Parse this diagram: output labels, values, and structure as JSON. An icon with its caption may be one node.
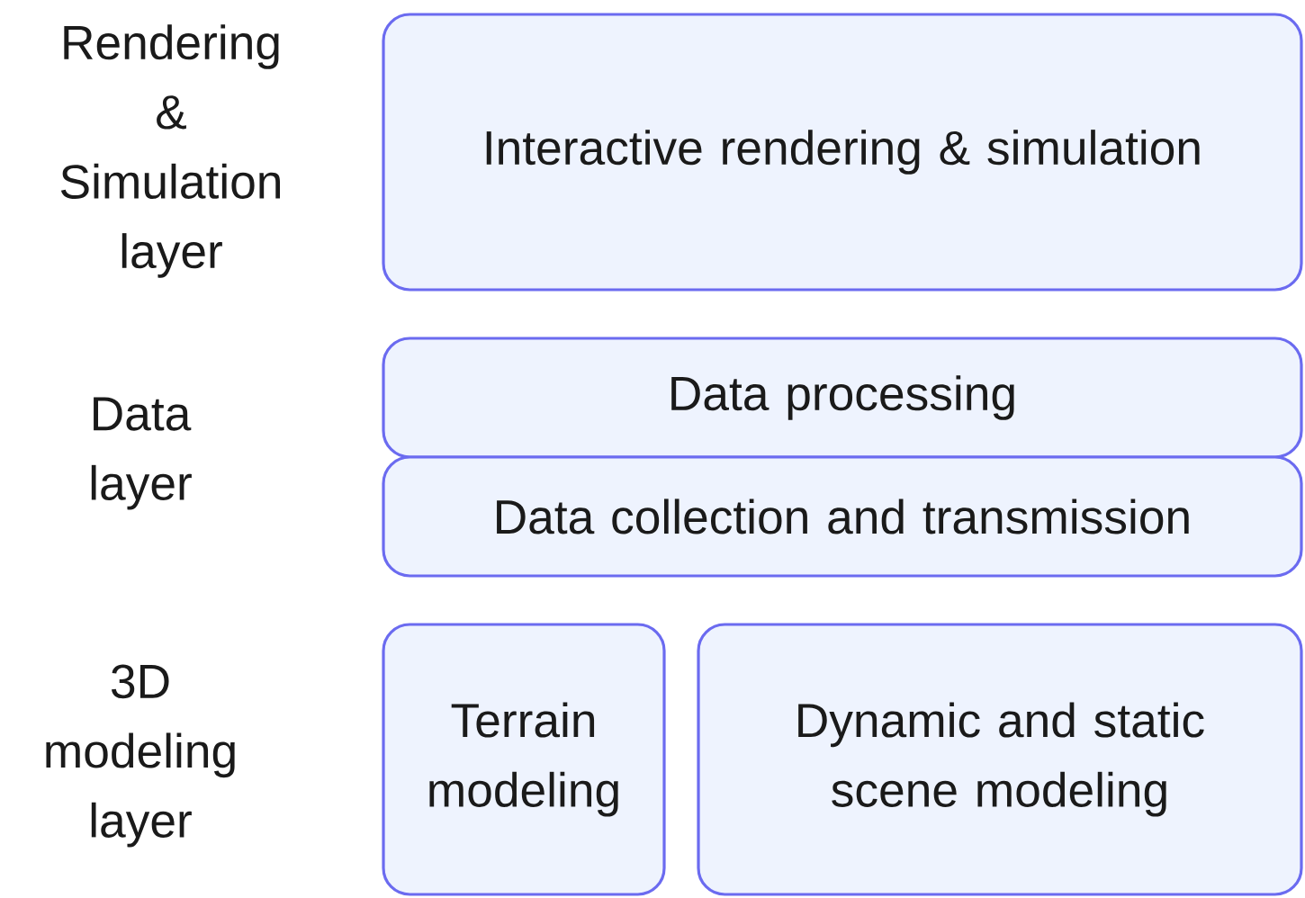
{
  "diagram": {
    "nodes": [
      {
        "text": [
          "Interactive rendering & simulation"
        ]
      },
      {
        "text": [
          "Data processing"
        ]
      },
      {
        "text": [
          "Data collection and transmission"
        ]
      },
      {
        "text": [
          "Terrain modeling"
        ]
      },
      {
        "text": [
          "Dynamic and static scene modeling"
        ]
      }
    ],
    "labels": [
      "Rendering & Simulation layer",
      "Data layer",
      "3D modeling layer"
    ]
  }
}
